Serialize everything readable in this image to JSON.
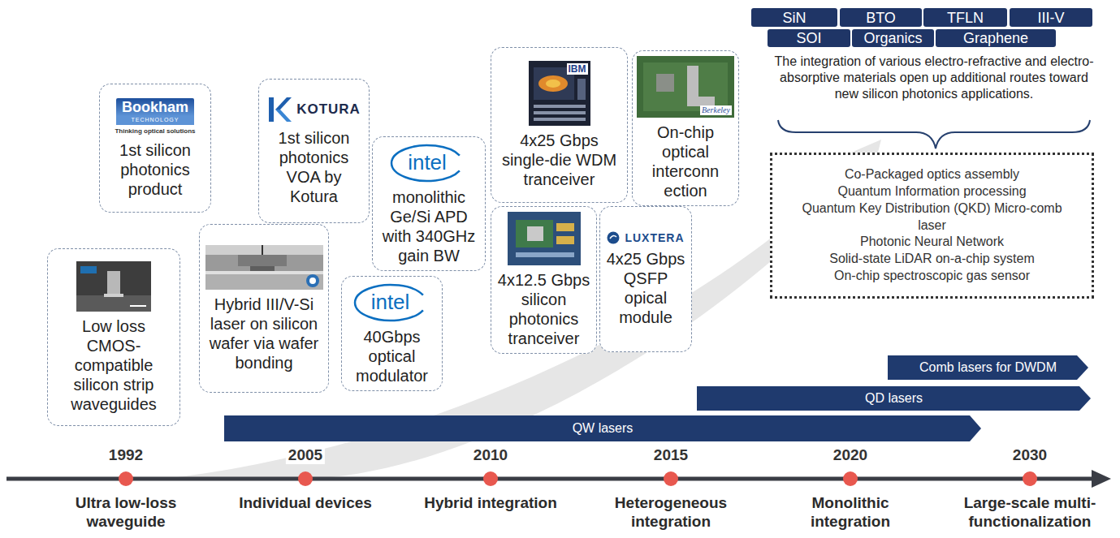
{
  "diagram": {
    "nodes": [
      {
        "text": [
          "Bookham",
          "TECHNOLOGY",
          "Thinking optical solutions",
          "1st silicon photonics product"
        ]
      },
      {
        "text": [
          "Low loss CMOS-compatible silicon strip waveguides"
        ]
      },
      {
        "text": [
          "Hybrid III/V-Si laser on silicon wafer via wafer bonding"
        ]
      },
      {
        "text": [
          "KOTURA",
          "1st silicon photonics VOA by Kotura"
        ]
      },
      {
        "text": [
          "intel",
          "monolithic Ge/Si APD with 340GHz gain BW"
        ]
      },
      {
        "text": [
          "intel",
          "40Gbps optical modulator"
        ]
      },
      {
        "text": [
          "IBM",
          "4x25 Gbps single-die WDM tranceiver"
        ]
      },
      {
        "text": [
          "4x12.5 Gbps silicon photonics tranceiver"
        ]
      },
      {
        "text": [
          "Berkeley",
          "On-chip optical interconn ection"
        ]
      },
      {
        "text": [
          "LUXTERA",
          "4x25 Gbps QSFP opical module"
        ]
      },
      {
        "text": [
          "SiN"
        ]
      },
      {
        "text": [
          "BTO"
        ]
      },
      {
        "text": [
          "TFLN"
        ]
      },
      {
        "text": [
          "III-V"
        ]
      },
      {
        "text": [
          "SOI"
        ]
      },
      {
        "text": [
          "Organics"
        ]
      },
      {
        "text": [
          "Graphene"
        ]
      },
      {
        "text": [
          "Co-Packaged optics assembly",
          "Quantum Information processing",
          "Quantum Key Distribution (QKD) Micro-comb laser",
          "Photonic Neural Network",
          "Solid-state LiDAR on-a-chip system",
          "On-chip spectroscopic gas sensor"
        ]
      },
      {
        "text": [
          "Comb lasers for DWDM"
        ]
      },
      {
        "text": [
          "QD lasers"
        ]
      },
      {
        "text": [
          "QW lasers"
        ]
      }
    ],
    "labels": [
      "The integration of various electro-refractive and electro-absorptive materials open up additional routes toward new silicon photonics applications.",
      "1992",
      "2005",
      "2010",
      "2015",
      "2020",
      "2030",
      "Ultra low-loss waveguide",
      "Individual devices",
      "Hybrid integration",
      "Heterogeneous integration",
      "Monolithic integration",
      "Large-scale multi-functionalization"
    ]
  }
}
